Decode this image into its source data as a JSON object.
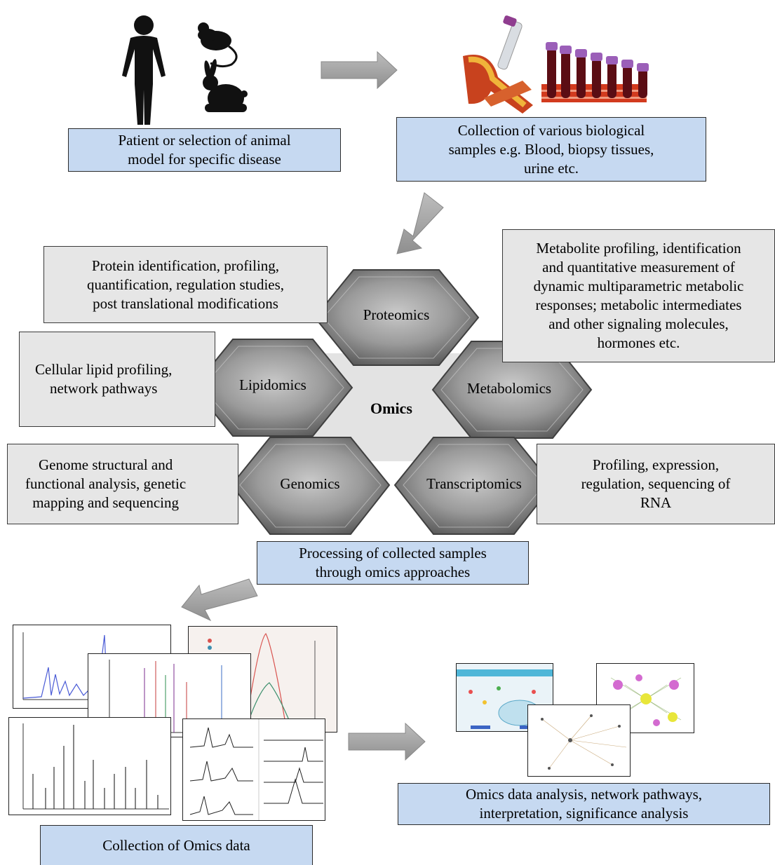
{
  "top": {
    "patient_box": "Patient or selection of animal\nmodel for specific disease",
    "collection_box": "Collection of various biological\nsamples e.g. Blood, biopsy tissues,\nurine etc."
  },
  "hexagons": {
    "center": "Omics",
    "proteomics": "Proteomics",
    "lipidomics": "Lipidomics",
    "metabolomics": "Metabolomics",
    "genomics": "Genomics",
    "transcriptomics": "Transcriptomics"
  },
  "descriptions": {
    "proteomics": "Protein identification, profiling,\nquantification, regulation studies,\npost translational modifications",
    "metabolomics": "Metabolite profiling, identification\nand quantitative measurement of\ndynamic multiparametric metabolic\nresponses; metabolic intermediates\nand other signaling molecules,\nhormones etc.",
    "lipidomics": "Cellular lipid profiling,\nnetwork pathways",
    "genomics": "Genome structural and\nfunctional analysis, genetic\nmapping and sequencing",
    "transcriptomics": "Profiling, expression,\nregulation, sequencing of\nRNA"
  },
  "processing_box": "Processing of collected samples\nthrough omics approaches",
  "bottom": {
    "collection_data_box": "Collection of Omics data",
    "analysis_box": "Omics data analysis, network pathways,\ninterpretation, significance analysis"
  },
  "icons": [
    "human-silhouette-icon",
    "mouse-icon",
    "rabbit-icon",
    "blood-vessel-icon",
    "test-tube-icon",
    "arrow-icon"
  ],
  "colors": {
    "blue_box": "#c6d9f1",
    "gray_box": "#e6e6e6",
    "hexagon": "#7f7f7f",
    "arrow": "#a6a6a6"
  }
}
